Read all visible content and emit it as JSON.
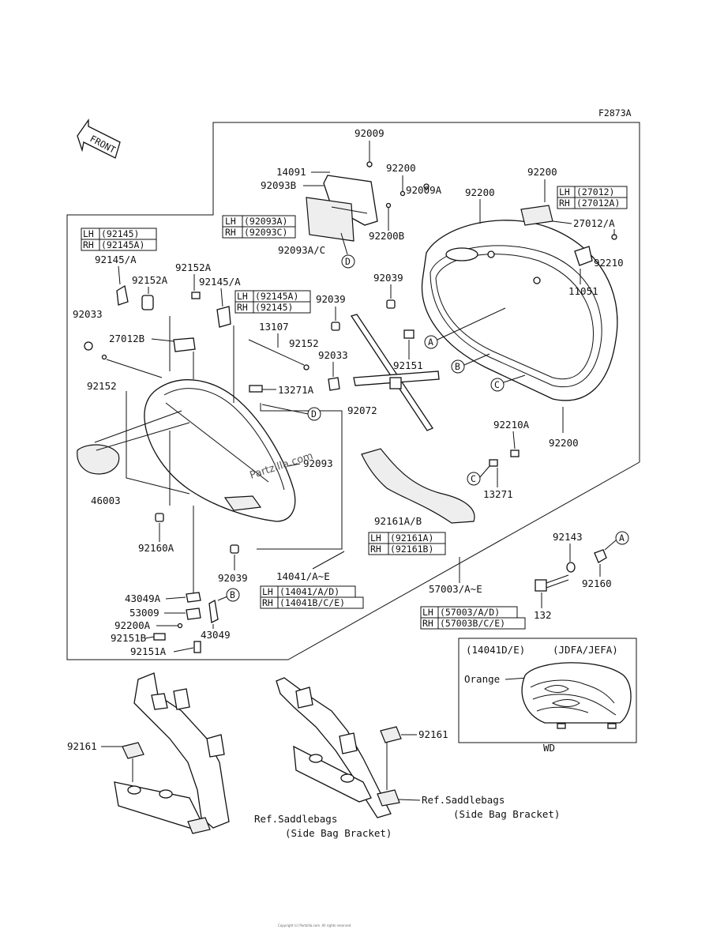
{
  "figure_id": "F2873A",
  "front_label": "FRONT",
  "watermark": "Partzilla.com",
  "footer_text": "Copyright (c) Partzilla.com. All rights reserved.",
  "callout_letters": {
    "a": "A",
    "b": "B",
    "c": "C",
    "d": "D"
  },
  "parts": {
    "p92009": "92009",
    "p14091": "14091",
    "p92093B": "92093B",
    "p92200_top": "92200",
    "p92009A": "92009A",
    "p92200B": "92200B",
    "p92093AC": "92093A/C",
    "p92200_r1": "92200",
    "p92200_r2": "92200",
    "p27012A": "27012/A",
    "p92210": "92210",
    "p11051": "11051",
    "p92039_a": "92039",
    "p92039_b": "92039",
    "p92151": "92151",
    "p92072": "92072",
    "p92210A": "92210A",
    "p92200_bot": "92200",
    "p13271": "13271",
    "p92145A": "92145/A",
    "p92152A": "92152A",
    "p92145A_2": "92145/A",
    "p92033_l": "92033",
    "p27012B": "27012B",
    "p13107": "13107",
    "p92152_c": "92152",
    "p92033_c": "92033",
    "p92152_l": "92152",
    "p13271A": "13271A",
    "p92093": "92093",
    "p46003": "46003",
    "p92160A": "92160A",
    "p92039_c": "92039",
    "p14041": "14041/A~E",
    "p92161AB": "92161A/B",
    "p57003": "57003/A~E",
    "p92143": "92143",
    "p92160": "92160",
    "p132": "132",
    "p43049A": "43049A",
    "p53009": "53009",
    "p92200A": "92200A",
    "p43049": "43049",
    "p92151B": "92151B",
    "p92151A": "92151A",
    "p92161_l": "92161",
    "p92161_r": "92161"
  },
  "variants": {
    "v92145": {
      "lh": "LH",
      "lh_part": "(92145)",
      "rh": "RH",
      "rh_part": "(92145A)"
    },
    "v92093": {
      "lh": "LH",
      "lh_part": "(92093A)",
      "rh": "RH",
      "rh_part": "(92093C)"
    },
    "v27012": {
      "lh": "LH",
      "lh_part": "(27012)",
      "rh": "RH",
      "rh_part": "(27012A)"
    },
    "v92145b": {
      "lh": "LH",
      "lh_part": "(92145A)",
      "rh": "RH",
      "rh_part": "(92145)"
    },
    "v92161": {
      "lh": "LH",
      "lh_part": "(92161A)",
      "rh": "RH",
      "rh_part": "(92161B)"
    },
    "v14041": {
      "lh": "LH",
      "lh_part": "(14041/A/D)",
      "rh": "RH",
      "rh_part": "(14041B/C/E)"
    },
    "v57003": {
      "lh": "LH",
      "lh_part": "(57003/A/D)",
      "rh": "RH",
      "rh_part": "(57003B/C/E)"
    }
  },
  "inset": {
    "model": "(14041D/E)",
    "codes": "(JDFA/JEFA)",
    "color": "Orange",
    "caption": "WD"
  },
  "refs": {
    "right_line1": "Ref.Saddlebags",
    "right_line2": "(Side Bag Bracket)",
    "left_line1": "Ref.Saddlebags",
    "left_line2": "(Side Bag Bracket)"
  }
}
